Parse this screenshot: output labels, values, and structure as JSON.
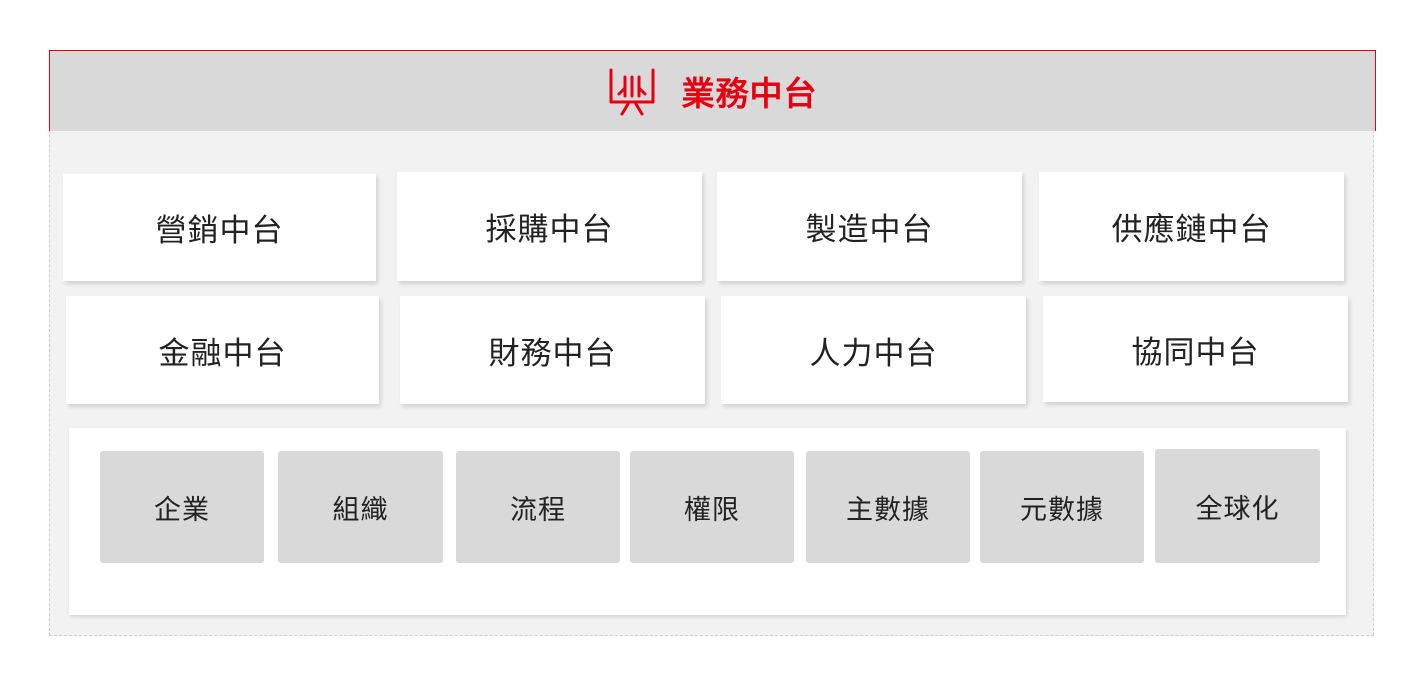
{
  "header": {
    "title": "業務中台",
    "icon": "presentation-board-icon",
    "accent_color": "#e60012"
  },
  "middle_platforms": [
    {
      "label": "營銷中台"
    },
    {
      "label": "採購中台"
    },
    {
      "label": "製造中台"
    },
    {
      "label": "供應鏈中台"
    },
    {
      "label": "金融中台"
    },
    {
      "label": "財務中台"
    },
    {
      "label": "人力中台"
    },
    {
      "label": "協同中台"
    }
  ],
  "foundation": [
    {
      "label": "企業"
    },
    {
      "label": "組織"
    },
    {
      "label": "流程"
    },
    {
      "label": "權限"
    },
    {
      "label": "主數據"
    },
    {
      "label": "元數據"
    },
    {
      "label": "全球化"
    }
  ]
}
